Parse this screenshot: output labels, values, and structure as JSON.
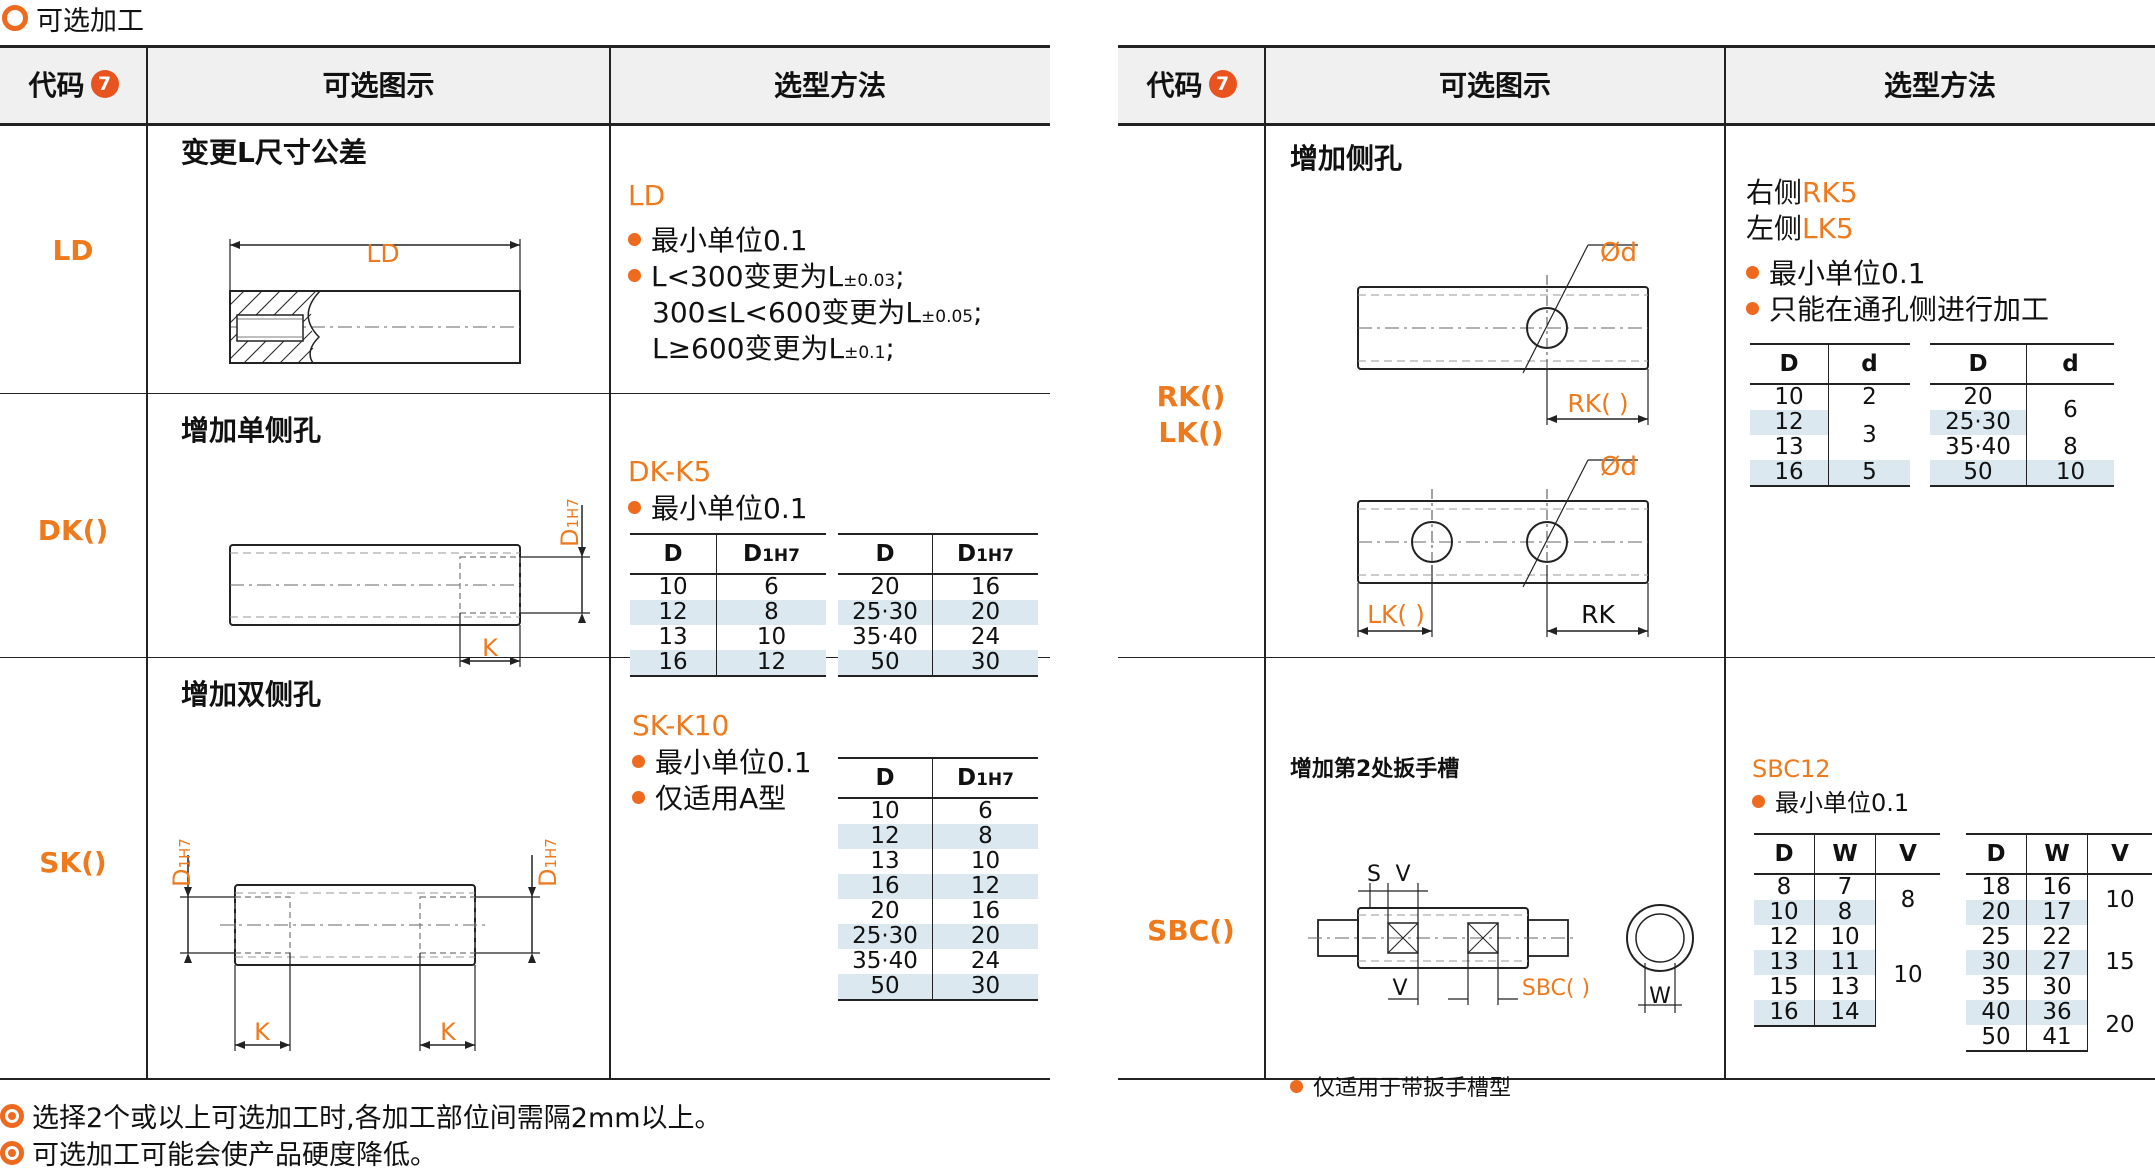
{
  "page_title": "可选加工",
  "left": {
    "headers": {
      "code": "代码",
      "badge": "7",
      "figure": "可选图示",
      "method": "选型方法"
    },
    "rows": [
      {
        "code": "LD",
        "title": "变更L尺寸公差",
        "fig_label": "LD",
        "spec": "LD",
        "bullets": [
          "最小单位0.1"
        ],
        "tol_lines": [
          {
            "text": "L<300变更为L",
            "sub": "±0.03",
            "end": ";"
          },
          {
            "text": "300≤L<600变更为L",
            "sub": "±0.05",
            "end": ";"
          },
          {
            "text": "L≥600变更为L",
            "sub": "±0.1",
            "end": ";"
          }
        ]
      },
      {
        "code": "DK()",
        "title": "增加单侧孔",
        "fig_d": "D",
        "fig_d_sub": "1H7",
        "fig_k": "K",
        "spec": "DK-K5",
        "bullets": [
          "最小单位0.1"
        ],
        "table_headers": [
          "D",
          "D",
          "1H7"
        ],
        "table_a": [
          [
            "10",
            "6"
          ],
          [
            "12",
            "8"
          ],
          [
            "13",
            "10"
          ],
          [
            "16",
            "12"
          ]
        ],
        "table_b": [
          [
            "20",
            "16"
          ],
          [
            "25·30",
            "20"
          ],
          [
            "35·40",
            "24"
          ],
          [
            "50",
            "30"
          ]
        ]
      },
      {
        "code": "SK()",
        "title": "增加双侧孔",
        "fig_d": "D",
        "fig_d_sub": "1H7",
        "fig_k": "K",
        "spec": "SK-K10",
        "bullets": [
          "最小单位0.1",
          "仅适用A型"
        ],
        "table": [
          [
            "10",
            "6"
          ],
          [
            "12",
            "8"
          ],
          [
            "13",
            "10"
          ],
          [
            "16",
            "12"
          ],
          [
            "20",
            "16"
          ],
          [
            "25·30",
            "20"
          ],
          [
            "35·40",
            "24"
          ],
          [
            "50",
            "30"
          ]
        ]
      }
    ]
  },
  "right": {
    "headers": {
      "code": "代码",
      "badge": "7",
      "figure": "可选图示",
      "method": "选型方法"
    },
    "rows": [
      {
        "code_1": "RK()",
        "code_2": "LK()",
        "title": "增加侧孔",
        "fig_phi": "Ød",
        "fig_rk_paren": "RK( )",
        "fig_lk_paren": "LK( )",
        "fig_rk": "RK",
        "spec_1_prefix": "右侧",
        "spec_1": "RK5",
        "spec_2_prefix": "左侧",
        "spec_2": "LK5",
        "bullets": [
          "最小单位0.1",
          "只能在通孔侧进行加工"
        ],
        "table_headers": [
          "D",
          "d"
        ],
        "table_a": [
          [
            "10",
            "2"
          ],
          [
            "12",
            ""
          ],
          [
            "13",
            ""
          ],
          [
            "16",
            "5"
          ]
        ],
        "table_a_merged": "3",
        "table_b": [
          [
            "20",
            ""
          ],
          [
            "25·30",
            ""
          ],
          [
            "35·40",
            "8"
          ],
          [
            "50",
            "10"
          ]
        ],
        "table_b_merged": "6"
      },
      {
        "code": "SBC()",
        "title": "增加第2处扳手槽",
        "fig_s": "S",
        "fig_v": "V",
        "fig_sbc": "SBC( )",
        "fig_w": "W",
        "spec": "SBC12",
        "bullets": [
          "最小单位0.1"
        ],
        "note": "仅适用于带扳手槽型",
        "table_headers": [
          "D",
          "W",
          "V"
        ],
        "table_a": [
          [
            "8",
            "7"
          ],
          [
            "10",
            "8"
          ],
          [
            "12",
            "10"
          ],
          [
            "13",
            "11"
          ],
          [
            "15",
            "13"
          ],
          [
            "16",
            "14"
          ]
        ],
        "table_a_v": [
          "8",
          "10"
        ],
        "table_b": [
          [
            "18",
            "16"
          ],
          [
            "20",
            "17"
          ],
          [
            "25",
            "22"
          ],
          [
            "30",
            "27"
          ],
          [
            "35",
            "30"
          ],
          [
            "40",
            "36"
          ],
          [
            "50",
            "41"
          ]
        ],
        "table_b_v": [
          "10",
          "15",
          "20"
        ]
      }
    ]
  },
  "footnotes": [
    "选择2个或以上可选加工时,各加工部位间需隔2mm以上。",
    "可选加工可能会使产品硬度降低。"
  ],
  "colors": {
    "accent": "#ee7a1e",
    "table_band": "#dbe8f0",
    "header_bg": "#f0f0f0"
  }
}
